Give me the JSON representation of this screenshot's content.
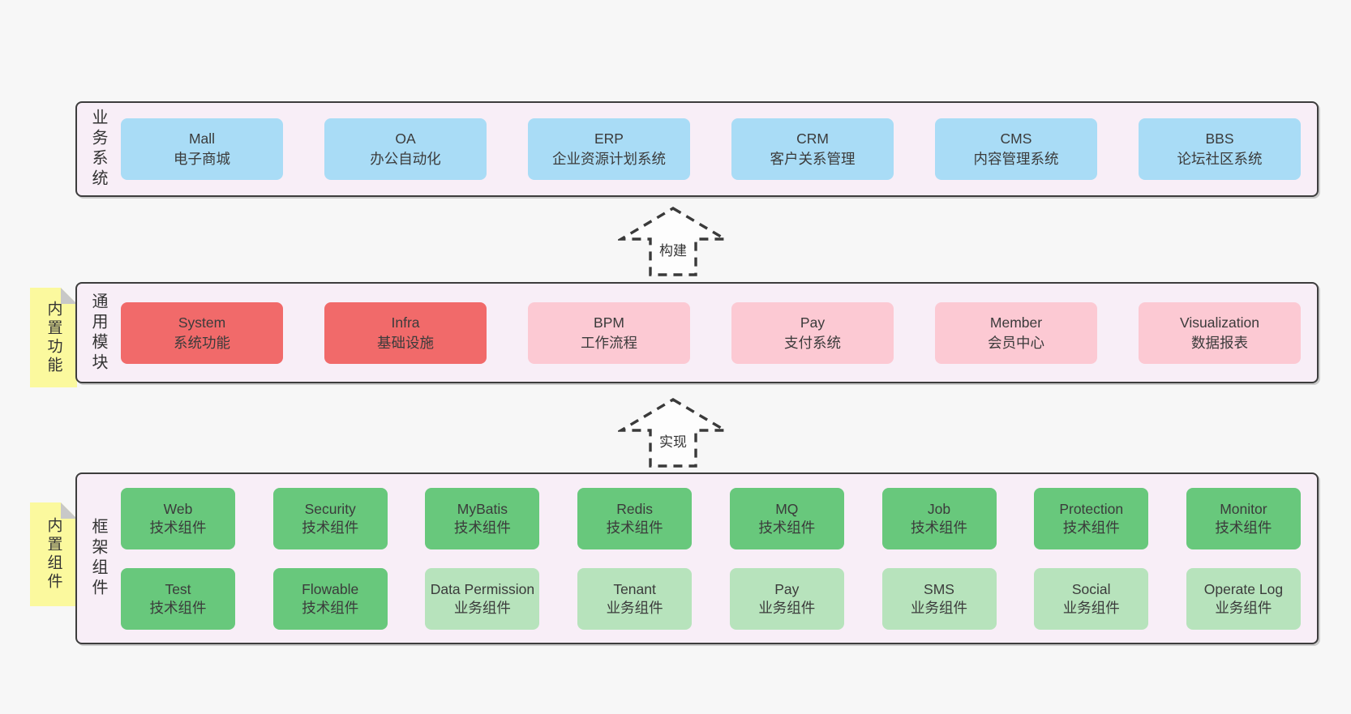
{
  "arrows": [
    {
      "label": "构建"
    },
    {
      "label": "实现"
    }
  ],
  "bands": [
    {
      "label": "业务系统",
      "boxes": [
        {
          "name": "Mall",
          "desc": "电子商城"
        },
        {
          "name": "OA",
          "desc": "办公自动化"
        },
        {
          "name": "ERP",
          "desc": "企业资源计划系统"
        },
        {
          "name": "CRM",
          "desc": "客户关系管理"
        },
        {
          "name": "CMS",
          "desc": "内容管理系统"
        },
        {
          "name": "BBS",
          "desc": "论坛社区系统"
        }
      ]
    },
    {
      "label": "通用模块",
      "tab": "内置功能",
      "boxes": [
        {
          "name": "System",
          "desc": "系统功能"
        },
        {
          "name": "Infra",
          "desc": "基础设施"
        },
        {
          "name": "BPM",
          "desc": "工作流程"
        },
        {
          "name": "Pay",
          "desc": "支付系统"
        },
        {
          "name": "Member",
          "desc": "会员中心"
        },
        {
          "name": "Visualization",
          "desc": "数据报表"
        }
      ]
    },
    {
      "label": "框架组件",
      "tab": "内置组件",
      "rows": [
        [
          {
            "name": "Web",
            "desc": "技术组件"
          },
          {
            "name": "Security",
            "desc": "技术组件"
          },
          {
            "name": "MyBatis",
            "desc": "技术组件"
          },
          {
            "name": "Redis",
            "desc": "技术组件"
          },
          {
            "name": "MQ",
            "desc": "技术组件"
          },
          {
            "name": "Job",
            "desc": "技术组件"
          },
          {
            "name": "Protection",
            "desc": "技术组件"
          },
          {
            "name": "Monitor",
            "desc": "技术组件"
          }
        ],
        [
          {
            "name": "Test",
            "desc": "技术组件"
          },
          {
            "name": "Flowable",
            "desc": "技术组件"
          },
          {
            "name": "Data Permission",
            "desc": "业务组件"
          },
          {
            "name": "Tenant",
            "desc": "业务组件"
          },
          {
            "name": "Pay",
            "desc": "业务组件"
          },
          {
            "name": "SMS",
            "desc": "业务组件"
          },
          {
            "name": "Social",
            "desc": "业务组件"
          },
          {
            "name": "Operate Log",
            "desc": "业务组件"
          }
        ]
      ]
    }
  ],
  "colors": {
    "page_bg": "#f7f7f7",
    "band_bg": "#f8eef7",
    "band_border": "#3d3d3d",
    "business_box": "#a9dcf6",
    "core_module_box": "#f16a6a",
    "optional_module_box": "#fcc9d3",
    "tech_component_box": "#68c87c",
    "biz_component_box": "#b7e3bc",
    "sticky_note": "#fbf99e",
    "fold": "#c8c8c8",
    "text": "#383838"
  }
}
